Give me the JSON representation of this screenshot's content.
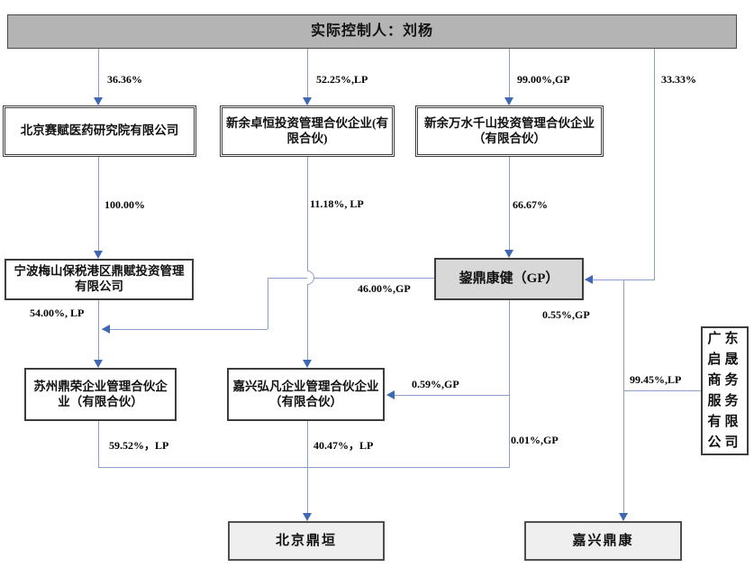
{
  "nodes": {
    "controller": "实际控制人：刘杨",
    "saifu": "北京赛赋医药研究院有限公司",
    "zhuoheng": "新余卓恒投资管理合伙企业(有限合伙)",
    "wanshui": "新余万水千山投资管理合伙企业（有限合伙）",
    "ningbo": "宁波梅山保税港区鼎赋投资管理有限公司",
    "yunding": "鋆鼎康健（GP）",
    "suzhou": "苏州鼎荣企业管理合伙企业（有限合伙）",
    "hongfan": "嘉兴弘凡企业管理合伙企业（有限合伙）",
    "guangdong": "广东启晟商务服务有限公司",
    "dingyuan": "北京鼎垣",
    "dingkang": "嘉兴鼎康"
  },
  "edge_labels": {
    "l3636": "36.36%",
    "l5225": "52.25%,LP",
    "l9900": "99.00%,GP",
    "l3333": "33.33%",
    "l10000": "100.00%",
    "l1118": "11.18%, LP",
    "l6667": "66.67%",
    "l4600": "46.00%,GP",
    "l5400": "54.00%, LP",
    "l0055": "0.55%,GP",
    "l0059": "0.59%,GP",
    "l9945": "99.45%,LP",
    "l5952": "59.52%，LP",
    "l4047": "40.47%，LP",
    "l0001": "0.01%,GP"
  },
  "colors": {
    "line": "#8aa0c8",
    "arrow": "#3e68b2",
    "controller_fill": "#b4b4b4",
    "gp_fill": "#d8d8d8",
    "bottom_fill": "#efefef",
    "border": "#3d3d3d"
  }
}
